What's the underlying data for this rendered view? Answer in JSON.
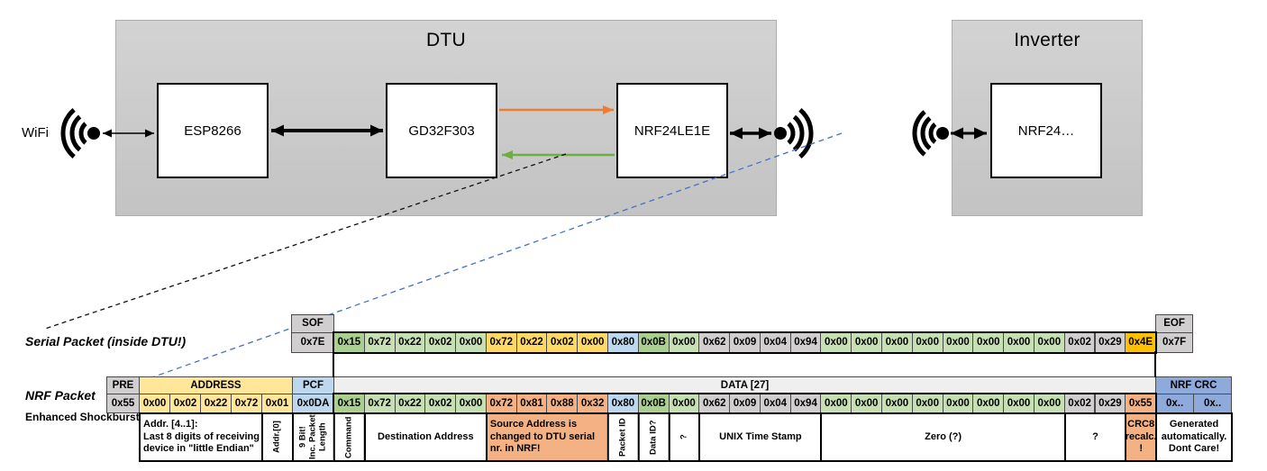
{
  "diagram": {
    "wifi_label": "WiFi",
    "dtu": {
      "title": "DTU",
      "esp": "ESP8266",
      "mcu": "GD32F303",
      "nrf": "NRF24LE1E"
    },
    "inverter": {
      "title": "Inverter",
      "nrf": "NRF24…"
    }
  },
  "serial_packet": {
    "label": "Serial Packet (inside DTU!)",
    "sof_header": "SOF",
    "sof_value": "0x7E",
    "eof_header": "EOF",
    "eof_value": "0x7F",
    "bytes": [
      {
        "value": "0x15",
        "color": "gdark"
      },
      {
        "value": "0x72",
        "color": "glight"
      },
      {
        "value": "0x22",
        "color": "glight"
      },
      {
        "value": "0x02",
        "color": "glight"
      },
      {
        "value": "0x00",
        "color": "glight"
      },
      {
        "value": "0x72",
        "color": "gold",
        "bold": true
      },
      {
        "value": "0x22",
        "color": "gold",
        "bold": true
      },
      {
        "value": "0x02",
        "color": "gold",
        "bold": true
      },
      {
        "value": "0x00",
        "color": "gold",
        "bold": true
      },
      {
        "value": "0x80",
        "color": "blue"
      },
      {
        "value": "0x0B",
        "color": "gdark"
      },
      {
        "value": "0x00",
        "color": "glight"
      },
      {
        "value": "0x62",
        "color": "gray"
      },
      {
        "value": "0x09",
        "color": "gray"
      },
      {
        "value": "0x04",
        "color": "gray"
      },
      {
        "value": "0x94",
        "color": "gray"
      },
      {
        "value": "0x00",
        "color": "glight"
      },
      {
        "value": "0x00",
        "color": "glight"
      },
      {
        "value": "0x00",
        "color": "glight"
      },
      {
        "value": "0x00",
        "color": "glight"
      },
      {
        "value": "0x00",
        "color": "glight"
      },
      {
        "value": "0x00",
        "color": "glight"
      },
      {
        "value": "0x00",
        "color": "glight"
      },
      {
        "value": "0x00",
        "color": "glight"
      },
      {
        "value": "0x02",
        "color": "gray"
      },
      {
        "value": "0x29",
        "color": "gray"
      },
      {
        "value": "0x4E",
        "color": "amber",
        "bold": true
      }
    ]
  },
  "nrf_packet": {
    "label": "NRF Packet",
    "sublabel": "Enhanced Shockburst",
    "headers": [
      {
        "label": "PRE",
        "color": "gray"
      },
      {
        "label": "ADDRESS",
        "color": "yellow"
      },
      {
        "label": "PCF",
        "color": "blue"
      },
      {
        "label": "DATA [27]",
        "color": "lgray"
      },
      {
        "label": "NRF CRC",
        "color": "bluedark"
      }
    ],
    "pre_byte": {
      "value": "0x55",
      "color": "gray"
    },
    "addr_bytes": [
      {
        "value": "0x00",
        "color": "yellow"
      },
      {
        "value": "0x02",
        "color": "yellow"
      },
      {
        "value": "0x22",
        "color": "yellow"
      },
      {
        "value": "0x72",
        "color": "yellow"
      },
      {
        "value": "0x01",
        "color": "yellow"
      }
    ],
    "pcf_byte": {
      "value": "0x0DA",
      "color": "blue"
    },
    "data_bytes": [
      {
        "value": "0x15",
        "color": "gdark"
      },
      {
        "value": "0x72",
        "color": "glight"
      },
      {
        "value": "0x22",
        "color": "glight"
      },
      {
        "value": "0x02",
        "color": "glight"
      },
      {
        "value": "0x00",
        "color": "glight"
      },
      {
        "value": "0x72",
        "color": "salmon",
        "bold": true
      },
      {
        "value": "0x81",
        "color": "salmon",
        "bold": true
      },
      {
        "value": "0x88",
        "color": "salmon",
        "bold": true
      },
      {
        "value": "0x32",
        "color": "salmon",
        "bold": true
      },
      {
        "value": "0x80",
        "color": "blue"
      },
      {
        "value": "0x0B",
        "color": "gdark"
      },
      {
        "value": "0x00",
        "color": "glight"
      },
      {
        "value": "0x62",
        "color": "gray"
      },
      {
        "value": "0x09",
        "color": "gray"
      },
      {
        "value": "0x04",
        "color": "gray"
      },
      {
        "value": "0x94",
        "color": "gray"
      },
      {
        "value": "0x00",
        "color": "glight"
      },
      {
        "value": "0x00",
        "color": "glight"
      },
      {
        "value": "0x00",
        "color": "glight"
      },
      {
        "value": "0x00",
        "color": "glight"
      },
      {
        "value": "0x00",
        "color": "glight"
      },
      {
        "value": "0x00",
        "color": "glight"
      },
      {
        "value": "0x00",
        "color": "glight"
      },
      {
        "value": "0x00",
        "color": "glight"
      },
      {
        "value": "0x02",
        "color": "gray"
      },
      {
        "value": "0x29",
        "color": "gray"
      },
      {
        "value": "0x55",
        "color": "salmon",
        "bold": true
      }
    ],
    "crc_bytes": [
      {
        "value": "0x..",
        "color": "bluedark"
      },
      {
        "value": "0x..",
        "color": "bluedark"
      }
    ],
    "annotations": [
      {
        "text": "Addr. [4..1]:\nLast 8 digits of receiving device in \"little Endian\"",
        "span": 4,
        "unit": "addr",
        "align": "left"
      },
      {
        "text": "Addr.[0]",
        "span": 1,
        "unit": "addr",
        "vertical": true
      },
      {
        "text": "9 Bit!\nInc. Packet\nLength",
        "span": 1,
        "unit": "pcf",
        "vertical": true
      },
      {
        "text": "Command",
        "span": 1,
        "unit": "data",
        "vertical": true
      },
      {
        "text": "Destination Address",
        "span": 4,
        "unit": "data"
      },
      {
        "text": "Source Address is changed to DTU serial nr. in NRF!",
        "span": 4,
        "unit": "data",
        "color": "salmon",
        "align": "left"
      },
      {
        "text": "Packet ID",
        "span": 1,
        "unit": "data",
        "vertical": true
      },
      {
        "text": "Data ID?",
        "span": 1,
        "unit": "data",
        "vertical": true
      },
      {
        "text": "?",
        "span": 1,
        "unit": "data",
        "vertical": true
      },
      {
        "text": "UNIX Time Stamp",
        "span": 4,
        "unit": "data"
      },
      {
        "text": "Zero (?)",
        "span": 8,
        "unit": "data"
      },
      {
        "text": "?",
        "span": 2,
        "unit": "data"
      },
      {
        "text": "CRC8\nrecalc.\n!",
        "span": 1,
        "unit": "data",
        "color": "salmon"
      },
      {
        "text": "Generated\nautomatically.\nDont Care!",
        "span": 2,
        "unit": "crc"
      }
    ]
  },
  "colors": {
    "gray": "#D0CECE",
    "glight": "#C6E0B4",
    "gdark": "#A9D08E",
    "yellow": "#FFE699",
    "gold": "#FFD966",
    "amber": "#FFC000",
    "blue": "#BDD7EE",
    "bluedark": "#8EAADB",
    "salmon": "#F4B183",
    "lgray": "#EFEFEF",
    "white": "#FFFFFF",
    "orange_arrow": "#ED7D31",
    "green_arrow": "#70AD47",
    "blue_dash": "#4472C4"
  }
}
